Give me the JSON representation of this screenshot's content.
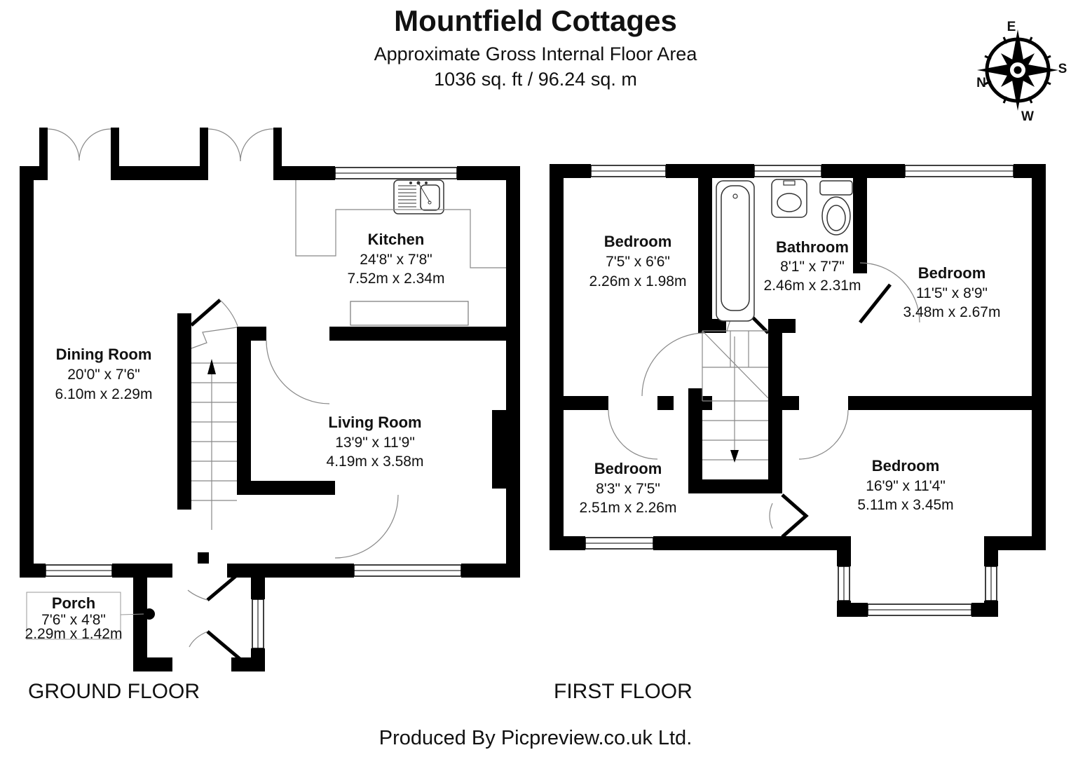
{
  "header": {
    "title": "Mountfield Cottages",
    "subtitle": "Approximate Gross Internal Floor Area",
    "area": "1036 sq. ft / 96.24 sq. m"
  },
  "compass": {
    "n": "N",
    "e": "E",
    "s": "S",
    "w": "W"
  },
  "floors": {
    "ground": {
      "label": "GROUND FLOOR",
      "rooms": [
        {
          "name": "Kitchen",
          "imperial": "24'8\" x 7'8\"",
          "metric": "7.52m x 2.34m"
        },
        {
          "name": "Dining Room",
          "imperial": "20'0\" x 7'6\"",
          "metric": "6.10m x 2.29m"
        },
        {
          "name": "Living Room",
          "imperial": "13'9\" x 11'9\"",
          "metric": "4.19m x 3.58m"
        },
        {
          "name": "Porch",
          "imperial": "7'6\" x 4'8\"",
          "metric": "2.29m x 1.42m"
        }
      ]
    },
    "first": {
      "label": "FIRST FLOOR",
      "rooms": [
        {
          "name": "Bedroom",
          "imperial": "7'5\" x 6'6\"",
          "metric": "2.26m x 1.98m"
        },
        {
          "name": "Bathroom",
          "imperial": "8'1\" x 7'7\"",
          "metric": "2.46m x 2.31m"
        },
        {
          "name": "Bedroom",
          "imperial": "11'5\" x 8'9\"",
          "metric": "3.48m x 2.67m"
        },
        {
          "name": "Bedroom",
          "imperial": "8'3\" x 7'5\"",
          "metric": "2.51m x 2.26m"
        },
        {
          "name": "Bedroom",
          "imperial": "16'9\" x 11'4\"",
          "metric": "5.11m x 3.45m"
        }
      ]
    }
  },
  "footer": {
    "credit": "Produced By Picpreview.co.uk Ltd."
  },
  "colors": {
    "wall": "#000000",
    "background": "#ffffff",
    "thin_line": "#888888",
    "text": "#111111"
  }
}
